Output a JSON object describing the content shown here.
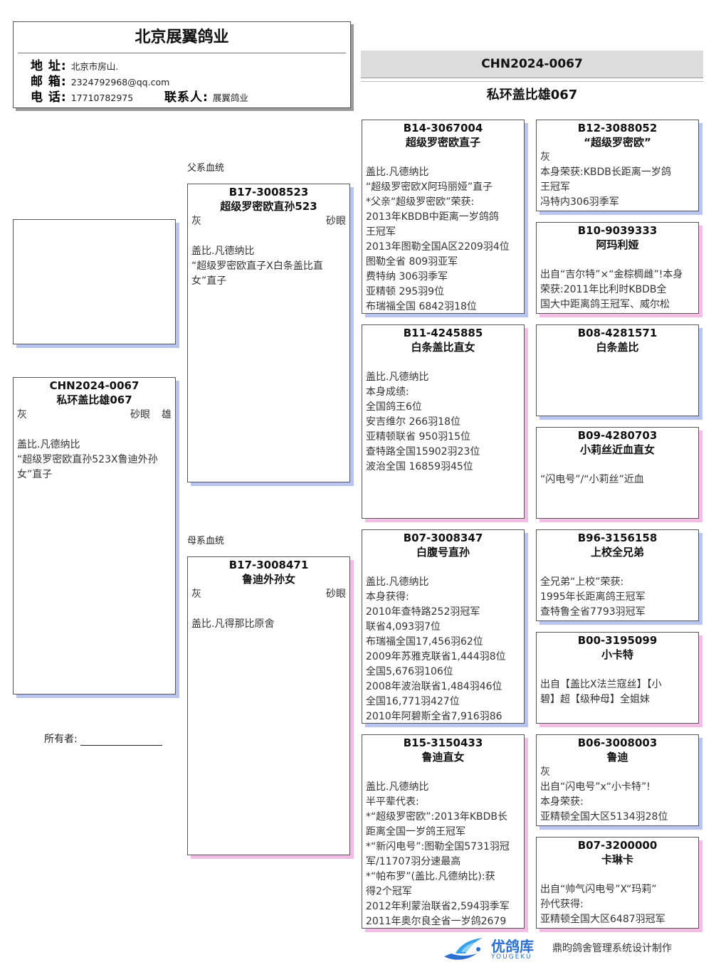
{
  "breeder": {
    "name": "北京展翼鸽业",
    "address_label": "地 址:",
    "address": "北京市房山.",
    "email_label": "邮 箱:",
    "email": "2324792968@qq.com",
    "phone_label": "电 话:",
    "phone": "17710782975",
    "contact_label": "联系人:",
    "contact": "展翼鸽业"
  },
  "title": {
    "ring": "CHN2024-0067",
    "name": "私环盖比雄067"
  },
  "labels": {
    "sire_line": "父系血统",
    "dam_line": "母系血统",
    "owner": "所有者:"
  },
  "subject": {
    "ring": "CHN2024-0067",
    "name": "私环盖比雄067",
    "color": "灰",
    "eye": "砂眼",
    "sex": "雄",
    "lines": [
      "盖比.凡德纳比",
      "“超级罗密欧直孙523X鲁迪外孙",
      "女”直子"
    ]
  },
  "sire": {
    "ring": "B17-3008523",
    "name": "超级罗密欧直孙523",
    "color": "灰",
    "eye": "砂眼",
    "lines": [
      "盖比.凡德纳比",
      "“超级罗密欧直子X白条盖比直",
      "女”直子"
    ]
  },
  "dam": {
    "ring": "B17-3008471",
    "name": "鲁迪外孙女",
    "color": "灰",
    "eye": "砂眼",
    "lines": [
      "盖比.凡得那比原舍"
    ]
  },
  "ss": {
    "ring": "B14-3067004",
    "name": "超级罗密欧直子",
    "lines": [
      "盖比.凡德纳比",
      "“超级罗密欧X阿玛丽娅”直子",
      "*父亲“超级罗密欧”荣获:",
      "2013年KBDB中距离一岁鸽鸽",
      "王冠军",
      "2013年图勒全国A区2209羽4位",
      "图勒全省 809羽亚军",
      "费特纳 306羽季军",
      "亚精顿 295羽9位",
      "布瑞福全国 6842羽18位"
    ]
  },
  "sd": {
    "ring": "B11-4245885",
    "name": "白条盖比直女",
    "lines": [
      "盖比.凡德纳比",
      "本身成绩:",
      "全国鸽王6位",
      "安吉维尔 266羽18位",
      "亚精顿联省 950羽15位",
      "查特路全国15902羽23位",
      "波治全国 16859羽45位"
    ]
  },
  "ds": {
    "ring": "B07-3008347",
    "name": "白腹号直孙",
    "lines": [
      "盖比.凡德纳比",
      "本身获得:",
      "2010年查特路252羽冠军",
      "联省4,093羽7位",
      "布瑞福全国17,456羽62位",
      "2009年苏雅克联省1,444羽8位",
      "全国5,676羽106位",
      "2008年波治联省1,484羽46位",
      "全国16,771羽427位",
      "2010年阿碧斯全省7,916羽86"
    ]
  },
  "dd": {
    "ring": "B15-3150433",
    "name": "鲁迪直女",
    "lines": [
      "盖比.凡德纳比",
      "半平辈代表:",
      "*“超级罗密欧”:2013年KBDB长",
      "距离全国一岁鸽王冠军",
      "*“新闪电号”:图勒全国5731羽冠",
      "军/11707羽分速最高",
      "*“帕布罗”(盖比.凡德纳比):获",
      "得2个冠军",
      "2012年利蒙治联省2,594羽季军",
      "2011年奥尔良全省一岁鸽2679"
    ]
  },
  "sss": {
    "ring": "B12-3088052",
    "name": "“超级罗密欧”",
    "color": "灰",
    "lines": [
      "本身荣获:KBDB长距离一岁鸽",
      "王冠军",
      "冯特内306羽季军"
    ]
  },
  "ssd": {
    "ring": "B10-9039333",
    "name": "阿玛利娅",
    "lines": [
      "出自“吉尔特”×“金棕椆雌”!本身",
      "荣获:2011年比利时KBDB全",
      "国大中距离鸽王冠军、威尔松"
    ]
  },
  "sds": {
    "ring": "B08-4281571",
    "name": "白条盖比",
    "lines": []
  },
  "sdd": {
    "ring": "B09-4280703",
    "name": "小莉丝近血直女",
    "lines": [
      "“闪电号”/“小莉丝”近血"
    ]
  },
  "dss": {
    "ring": "B96-3156158",
    "name": "上校全兄弟",
    "lines": [
      "全兄弟“上校”荣获:",
      "1995年长距离鸽王冠军",
      "查特鲁全省7793羽冠军"
    ]
  },
  "dsd": {
    "ring": "B00-3195099",
    "name": "小卡特",
    "lines": [
      "出自【盖比X法兰寇丝】【小",
      "碧】超【级种母】全姐妹"
    ]
  },
  "dds": {
    "ring": "B06-3008003",
    "name": "鲁迪",
    "color": "灰",
    "lines": [
      "出自“闪电号”x“小卡特”!",
      "本身荣获:",
      "亚精顿全国大区5134羽28位"
    ]
  },
  "ddd": {
    "ring": "B07-3200000",
    "name": "卡琳卡",
    "lines": [
      "出自“帅气闪电号”X“玛莉”",
      "孙代获得:",
      "亚精顿全国大区6487羽冠军"
    ]
  },
  "footer": {
    "logo": "优鸽库",
    "logo_sub": "YOUGEKU",
    "credit": "鼎昀鸽舍管理系统设计制作"
  },
  "colors": {
    "shadow_blue": "#b8c4f0",
    "shadow_pink": "#f3bde6",
    "logo_blue": "#2c6fd0"
  }
}
